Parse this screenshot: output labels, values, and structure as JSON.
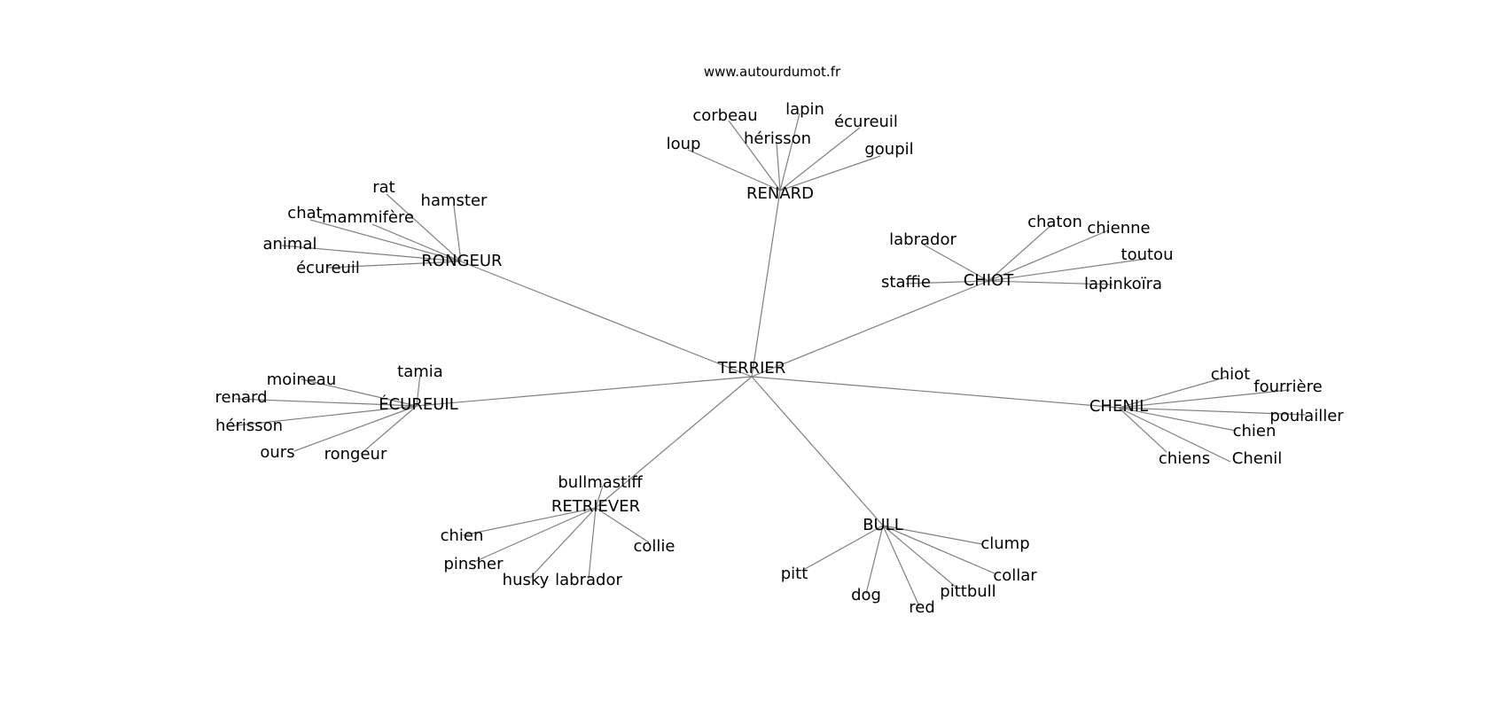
{
  "source_label": "www.autourdumot.fr",
  "colors": {
    "edge": "#808080",
    "text": "#000000",
    "background": "#ffffff"
  },
  "graph": {
    "root": "TERRIER",
    "groups": [
      {
        "hub": "RENARD",
        "words": [
          "corbeau",
          "lapin",
          "écureuil",
          "hérisson",
          "loup",
          "goupil"
        ]
      },
      {
        "hub": "RONGEUR",
        "words": [
          "rat",
          "hamster",
          "chat",
          "mammifère",
          "animal",
          "écureuil"
        ]
      },
      {
        "hub": "CHIOT",
        "words": [
          "labrador",
          "chaton",
          "chienne",
          "toutou",
          "staffie",
          "lapinkoïra"
        ]
      },
      {
        "hub": "ÉCUREUIL",
        "words": [
          "tamia",
          "moineau",
          "renard",
          "hérisson",
          "ours",
          "rongeur"
        ]
      },
      {
        "hub": "CHENIL",
        "words": [
          "chiot",
          "fourrière",
          "poulailler",
          "chien",
          "chiens",
          "Chenil"
        ]
      },
      {
        "hub": "RETRIEVER",
        "words": [
          "bullmastiff",
          "chien",
          "collie",
          "pinsher",
          "husky",
          "labrador"
        ]
      },
      {
        "hub": "BULL",
        "words": [
          "clump",
          "pitt",
          "collar",
          "pittbull",
          "dog",
          "red"
        ]
      }
    ]
  }
}
